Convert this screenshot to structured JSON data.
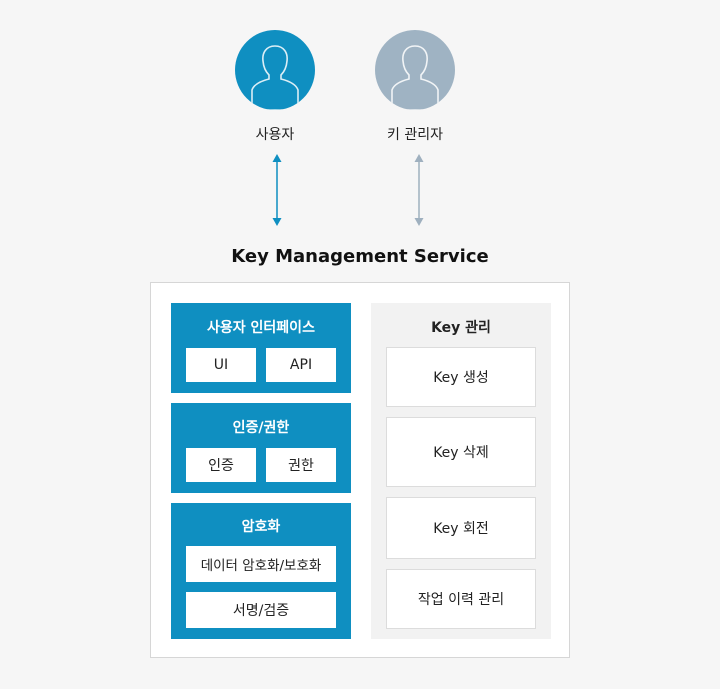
{
  "actors": {
    "user": {
      "label": "사용자",
      "icon": "user-icon",
      "color": "#0f8fc1"
    },
    "key_admin": {
      "label": "키 관리자",
      "icon": "user-icon",
      "color": "#9fb3c3"
    }
  },
  "service": {
    "title": "Key Management Service",
    "user_interface": {
      "title": "사용자 인터페이스",
      "items": [
        "UI",
        "API"
      ]
    },
    "auth": {
      "title": "인증/권한",
      "items": [
        "인증",
        "권한"
      ]
    },
    "crypto": {
      "title": "암호화",
      "items": [
        "데이터 암호화/보호화",
        "서명/검증"
      ]
    },
    "key_mgmt": {
      "title": "Key 관리",
      "items": [
        "Key 생성",
        "Key 삭제",
        "Key 회전",
        "작업 이력 관리"
      ]
    }
  },
  "colors": {
    "primary_blue": "#0f8fc1",
    "arrow_gray": "#9fb0bf",
    "panel_gray": "#f2f2f2"
  }
}
